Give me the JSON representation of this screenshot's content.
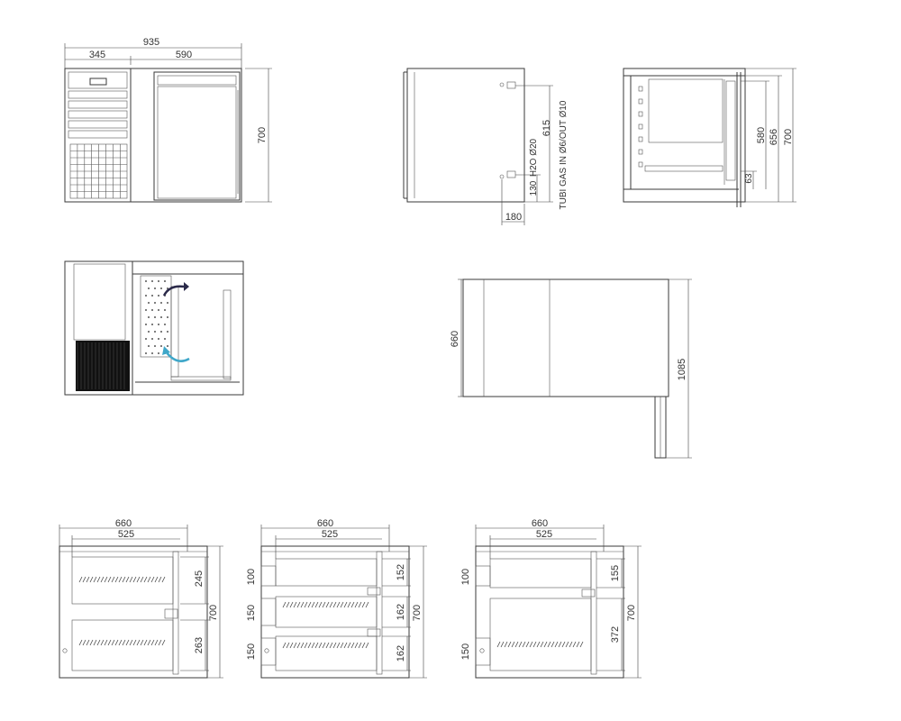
{
  "colors": {
    "line": "#3a3a3a",
    "arrow_hot": "#2b2a4a",
    "arrow_cold": "#3fa7c9"
  },
  "front_view": {
    "width_total": "935",
    "width_left": "345",
    "width_right": "590",
    "height": "700"
  },
  "side_view": {
    "connections": "TUBI GAS IN Ø6/OUT Ø10",
    "drain_height": "615",
    "water": "H2O Ø20",
    "bottom_offset": "130",
    "rear_offset": "180"
  },
  "section_view": {
    "dim_580": "580",
    "dim_656": "656",
    "dim_700": "700",
    "dim_63": "63"
  },
  "plan_view": {
    "depth": "660",
    "depth_open_door": "1085"
  },
  "drawer_views": [
    {
      "width_total": "660",
      "width_inner": "525",
      "height": "700",
      "upper": "245",
      "lower": "263"
    },
    {
      "width_total": "660",
      "width_inner": "525",
      "height": "700",
      "left_1": "100",
      "left_2": "150",
      "left_3": "150",
      "right_1": "152",
      "right_2": "162",
      "right_3": "162"
    },
    {
      "width_total": "660",
      "width_inner": "525",
      "height": "700",
      "left_1": "100",
      "left_2": "150",
      "right_1": "155",
      "right_2": "372"
    }
  ]
}
